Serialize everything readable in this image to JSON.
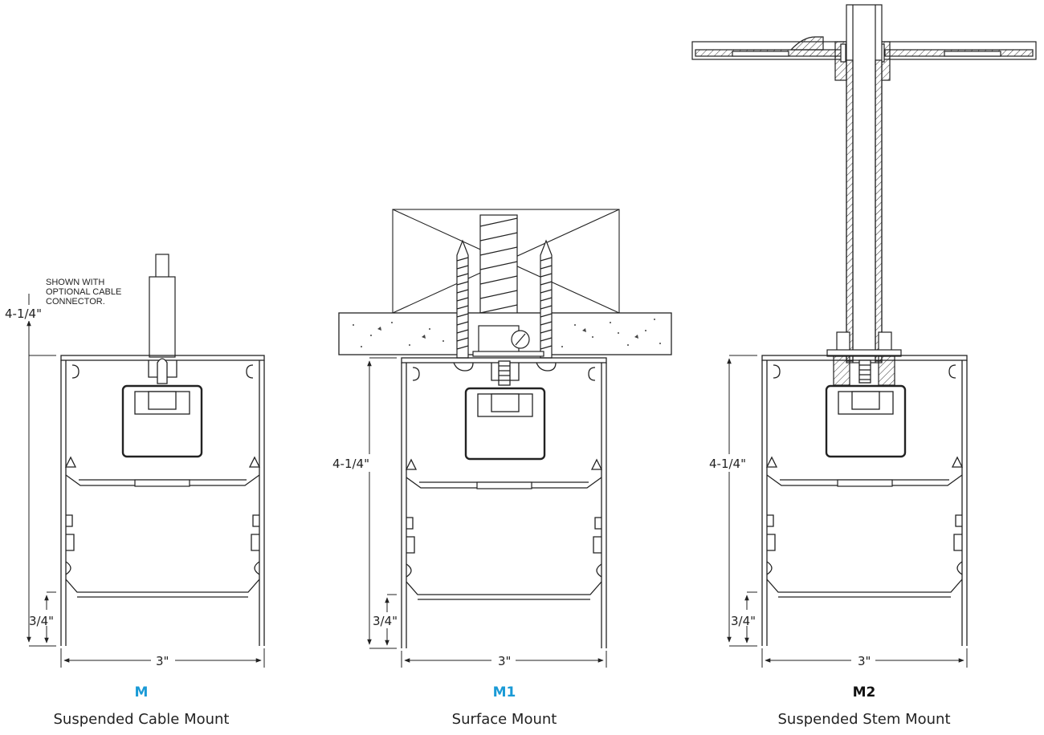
{
  "note": [
    "SHOWN WITH",
    "OPTIONAL CABLE",
    "CONNECTOR."
  ],
  "mounts": [
    {
      "code": "M",
      "title": "Suspended Cable Mount",
      "height": "4-1/4\"",
      "lens": "3/4\"",
      "width": "3\"",
      "code_color": "#1a9ad6"
    },
    {
      "code": "M1",
      "title": "Surface Mount",
      "height": "4-1/4\"",
      "lens": "3/4\"",
      "width": "3\"",
      "code_color": "#1a9ad6"
    },
    {
      "code": "M2",
      "title": "Suspended Stem Mount",
      "height": "4-1/4\"",
      "lens": "3/4\"",
      "width": "3\"",
      "code_color": "#111111"
    }
  ]
}
